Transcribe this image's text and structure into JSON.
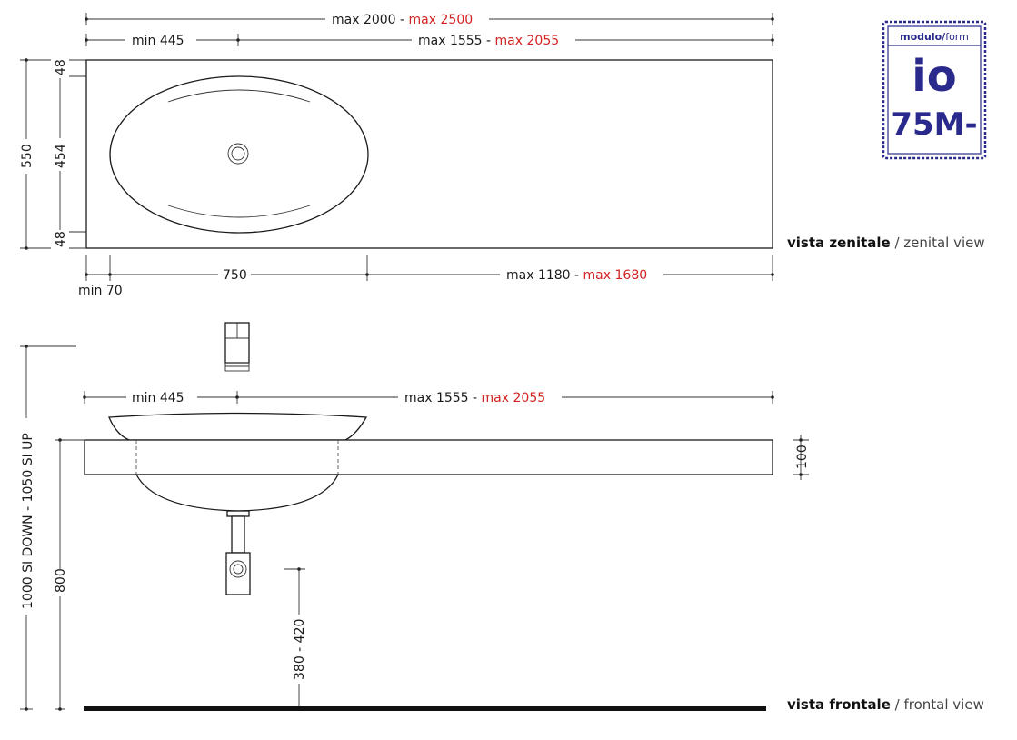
{
  "top_view": {
    "total_width_a": "max 2000 - ",
    "total_width_b": "max 2500",
    "sink_offset": "min 445",
    "right_span_a": "max 1555 - ",
    "right_span_b": "max 2055",
    "depth_total": "550",
    "depth_top_margin": "48",
    "depth_sink": "454",
    "depth_bottom_margin": "48",
    "left_margin": "min 70",
    "sink_width": "750",
    "right_rest_a": "max 1180 - ",
    "right_rest_b": "max 1680",
    "label_bold": "vista zenitale",
    "label_sep": " / ",
    "label_light": "zenital view"
  },
  "front_view": {
    "sink_offset": "min 445",
    "right_span_a": "max 1555 - ",
    "right_span_b": "max 2055",
    "slab_thickness": "100",
    "height_total": "1000 SI DOWN - 1050 SI UP",
    "height_top": "800",
    "siphon_height": "380 - 420",
    "label_bold": "vista frontale",
    "label_sep": " / ",
    "label_light": "frontal view"
  },
  "logo": {
    "brand_a": "modulo/",
    "brand_b": "form",
    "model": "io",
    "code": "75M-",
    "color": "#2a2a8c"
  },
  "colors": {
    "accent_red": "#d32222",
    "line": "#1a1a1a"
  }
}
